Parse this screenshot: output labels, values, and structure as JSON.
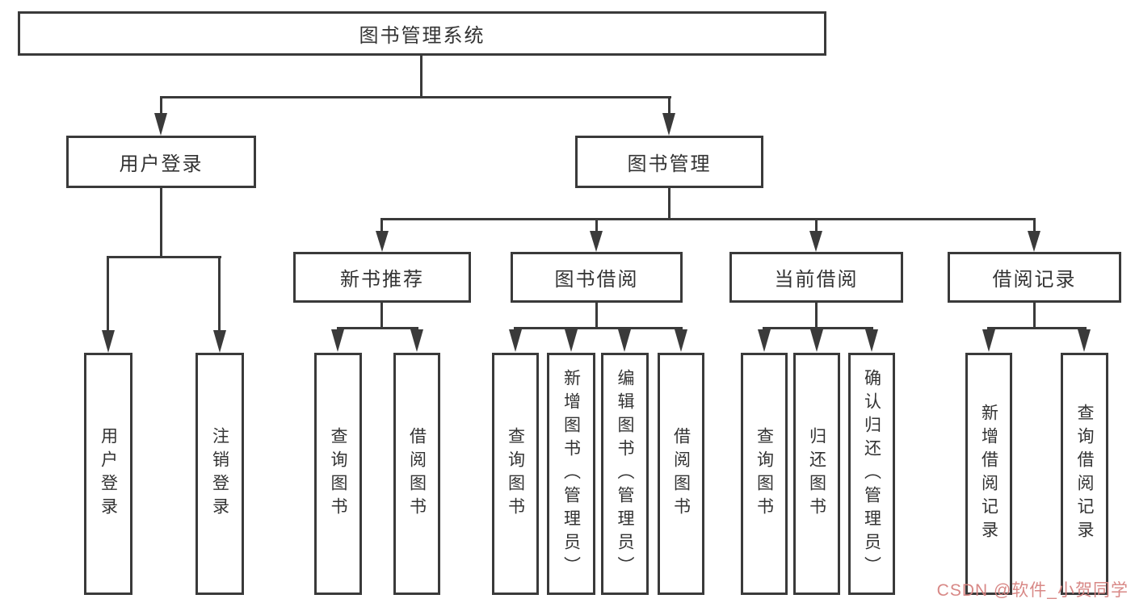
{
  "title": "图书管理系统",
  "level1": [
    {
      "label": "用户登录"
    },
    {
      "label": "图书管理"
    }
  ],
  "level2": [
    {
      "label": "新书推荐",
      "parent": "图书管理"
    },
    {
      "label": "图书借阅",
      "parent": "图书管理"
    },
    {
      "label": "当前借阅",
      "parent": "图书管理"
    },
    {
      "label": "借阅记录",
      "parent": "图书管理"
    }
  ],
  "leaves": [
    {
      "label": "用户登录",
      "group": "用户登录"
    },
    {
      "label": "注销登录",
      "group": "用户登录"
    },
    {
      "label": "查询图书",
      "group": "新书推荐"
    },
    {
      "label": "借阅图书",
      "group": "新书推荐"
    },
    {
      "label": "查询图书",
      "group": "图书借阅"
    },
    {
      "label": "新增图书（管理员）",
      "group": "图书借阅"
    },
    {
      "label": "编辑图书（管理员）",
      "group": "图书借阅"
    },
    {
      "label": "借阅图书",
      "group": "图书借阅"
    },
    {
      "label": "查询图书",
      "group": "当前借阅"
    },
    {
      "label": "归还图书",
      "group": "当前借阅"
    },
    {
      "label": "确认归还（管理员）",
      "group": "当前借阅"
    },
    {
      "label": "新增借阅记录",
      "group": "借阅记录"
    },
    {
      "label": "查询借阅记录",
      "group": "借阅记录"
    }
  ],
  "watermark": {
    "text": "CSDN @软件_小贺同学"
  },
  "colors": {
    "line": "#3a3a3a",
    "box_border": "#3a3a3a",
    "background": "#ffffff",
    "watermark": "#d68280"
  }
}
